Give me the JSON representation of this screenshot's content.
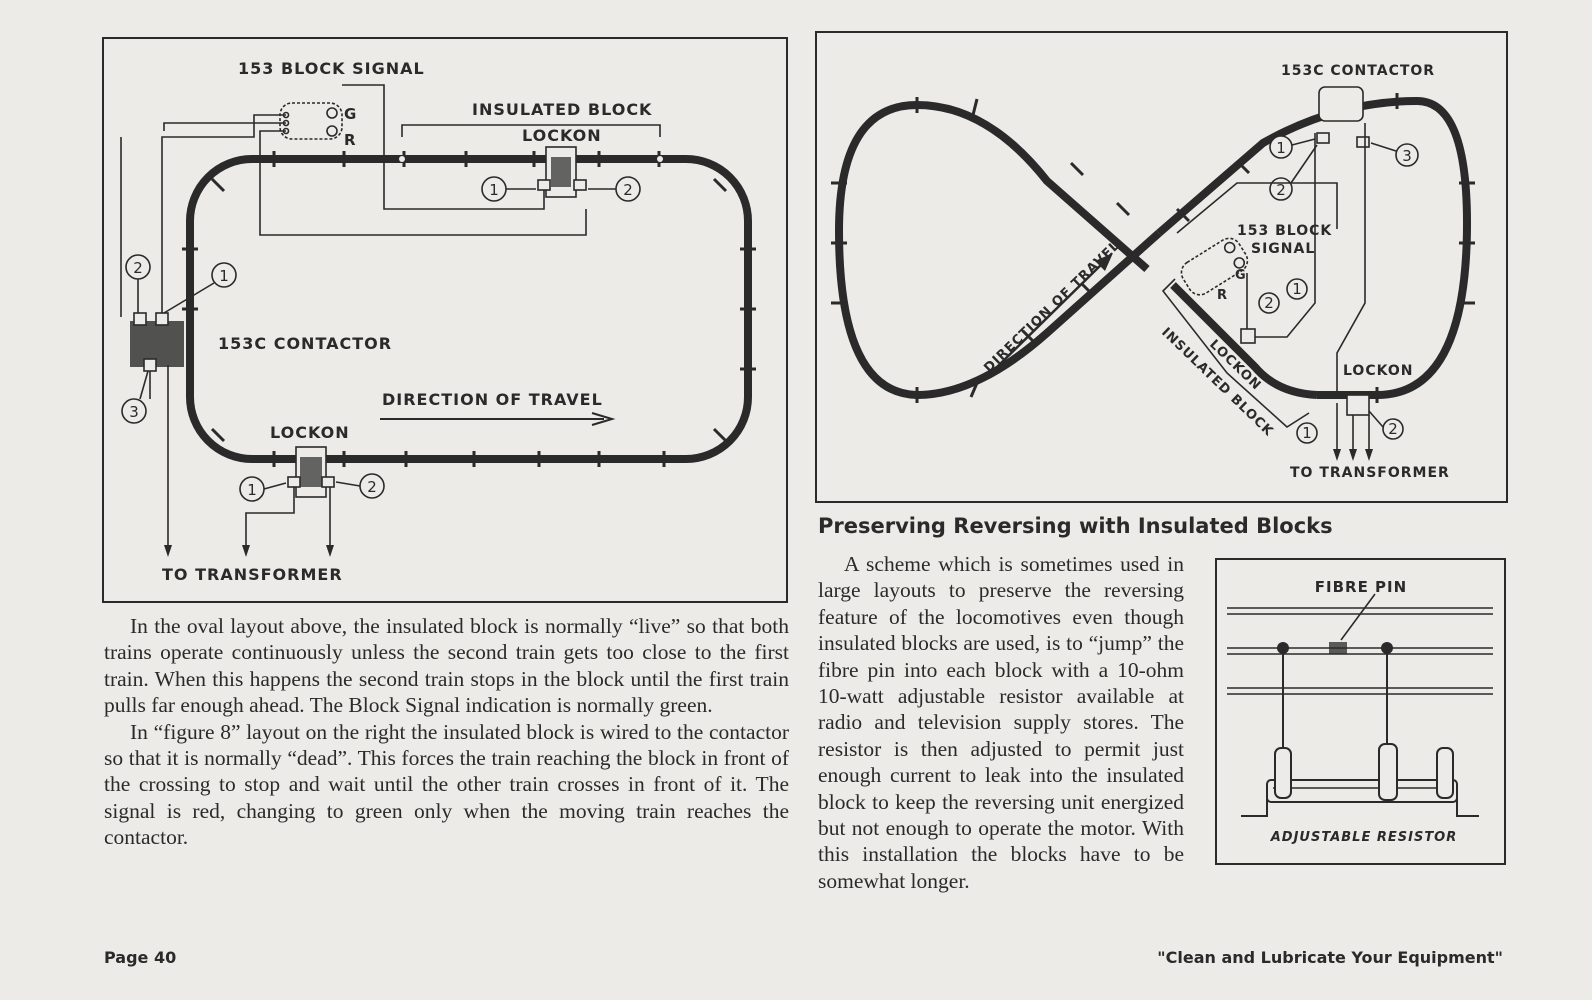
{
  "figure_left": {
    "block_signal": "153 BLOCK SIGNAL",
    "insulated_block": "INSULATED BLOCK",
    "lockon_top": "LOCKON",
    "contactor": "153C CONTACTOR",
    "direction": "DIRECTION OF TRAVEL",
    "lockon_bottom": "LOCKON",
    "transformer": "TO TRANSFORMER",
    "signal_g": "G",
    "signal_r": "R",
    "n1": "1",
    "n2": "2",
    "n3": "3"
  },
  "figure_right": {
    "contactor": "153C CONTACTOR",
    "block_signal_line1": "153 BLOCK",
    "block_signal_line2": "SIGNAL",
    "direction": "DIRECTION OF TRAVEL",
    "lockon_diag": "LOCKON",
    "insulated_block": "INSULATED BLOCK",
    "lockon": "LOCKON",
    "transformer": "TO TRANSFORMER",
    "signal_g": "G",
    "signal_r": "R",
    "n1": "1",
    "n2": "2",
    "n3": "3"
  },
  "figure_resistor": {
    "fibre_pin": "FIBRE PIN",
    "caption": "ADJUSTABLE RESISTOR"
  },
  "left_text": {
    "p1": "In the oval layout above, the insulated block is normally “live” so that both trains operate continuously unless the second train gets too close to the first train. When this happens the second train stops in the block until the first train pulls far enough ahead. The Block Signal indication is normally green.",
    "p2": "In “figure 8” layout on the right the insulated block is wired to the contactor so that it is normally “dead”. This forces the train reaching the block in front of the crossing to stop and wait until the other train crosses in front of it. The signal is red, changing to green only when the moving train reaches the contactor."
  },
  "right_section": {
    "heading": "Preserving Reversing with Insulated Blocks",
    "text": "A scheme which is sometimes used in large layouts to preserve the reversing feature of the locomotives even though insulated blocks are used, is to “jump” the fibre pin into each block with a 10-ohm 10-watt adjustable resistor available at radio and television supply stores. The resistor is then adjusted to permit just enough current to leak into the insulated block to keep the reversing unit energized but not enough to operate the motor. With this installation the blocks have to be somewhat longer."
  },
  "footer": {
    "page": "Page 40",
    "slogan": "\"Clean and Lubricate Your Equipment\""
  }
}
